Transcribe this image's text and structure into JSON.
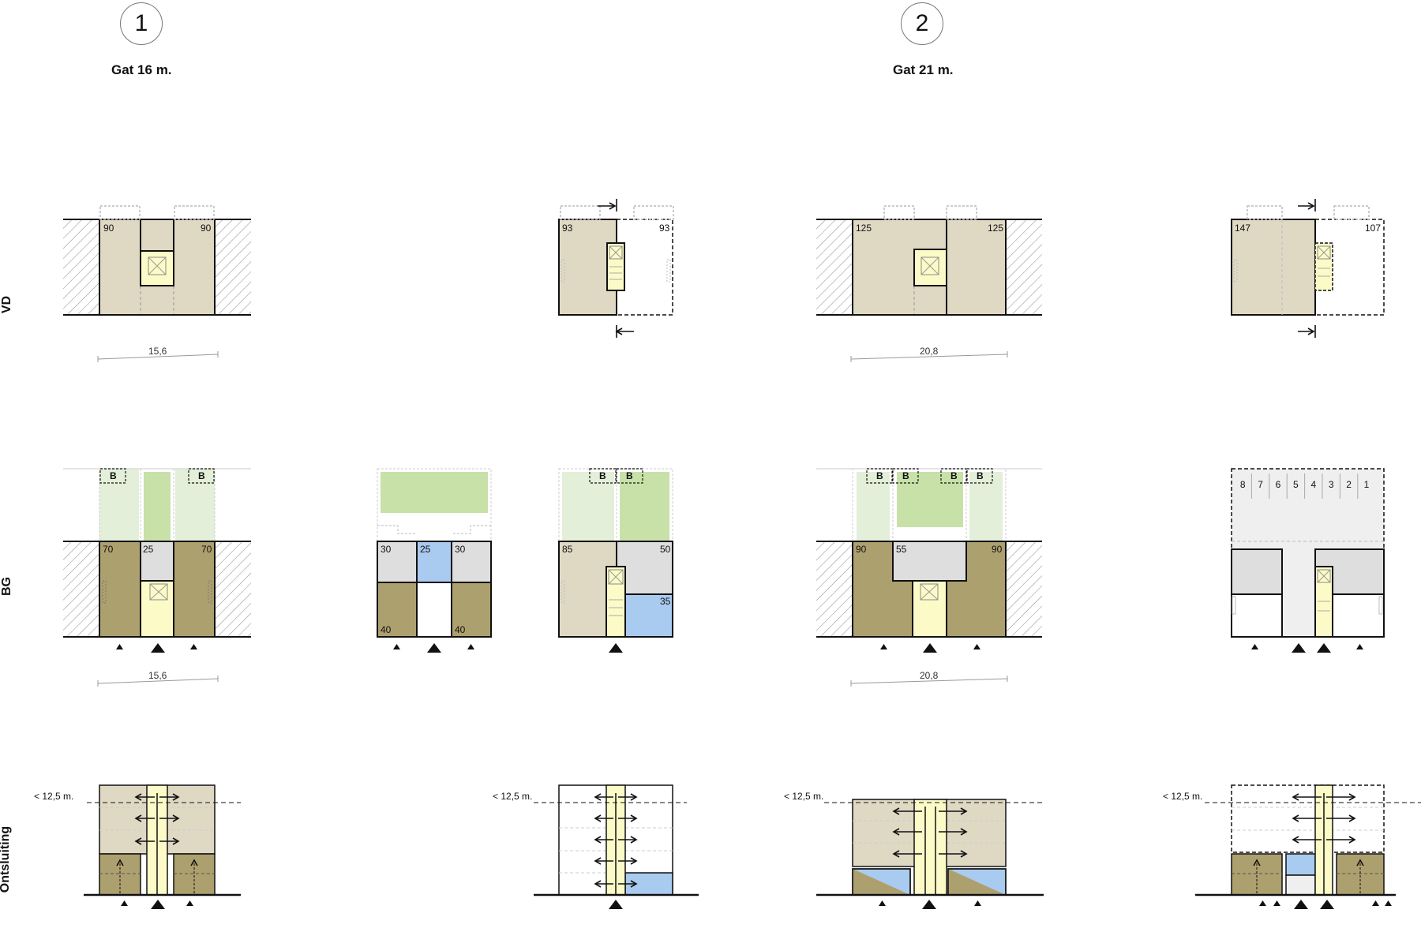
{
  "headers": {
    "variant1": {
      "number": "1",
      "title": "Gat 16 m."
    },
    "variant2": {
      "number": "2",
      "title": "Gat 21 m."
    }
  },
  "rows": {
    "vd": "VD",
    "bg": "BG",
    "ontsluiting": "Ontsluiting"
  },
  "vd": {
    "p1": {
      "left": "90",
      "right": "90",
      "dim": "15,6"
    },
    "p2": {
      "left": "93",
      "right": "93"
    },
    "p3": {
      "left": "125",
      "right": "125",
      "dim": "20,8"
    },
    "p4": {
      "left": "147",
      "right": "107"
    }
  },
  "bg": {
    "p1": {
      "left": "70",
      "mid": "25",
      "right": "70",
      "dim": "15,6",
      "bike": "B"
    },
    "p2": {
      "tl": "30",
      "tm": "25",
      "tr": "30",
      "bl": "40",
      "br": "40"
    },
    "p3": {
      "left": "85",
      "right": "50",
      "blue": "35",
      "bike": "B"
    },
    "p4": {
      "left": "90",
      "mid": "55",
      "right": "90",
      "dim": "20,8",
      "bike": "B"
    },
    "p5": {
      "parking": [
        "8",
        "7",
        "6",
        "5",
        "4",
        "3",
        "2",
        "1"
      ]
    }
  },
  "ontsluiting": {
    "height_limit": "< 12,5 m."
  },
  "colors": {
    "tan": "#dfd9c4",
    "olive": "#ada06f",
    "yellow": "#fcfbc8",
    "green": "#c8e1a8",
    "lightgreen": "#e3efd8",
    "grey": "#dedede",
    "lightgrey": "#efefef",
    "blue": "#a9cbef",
    "line": "#111111"
  }
}
